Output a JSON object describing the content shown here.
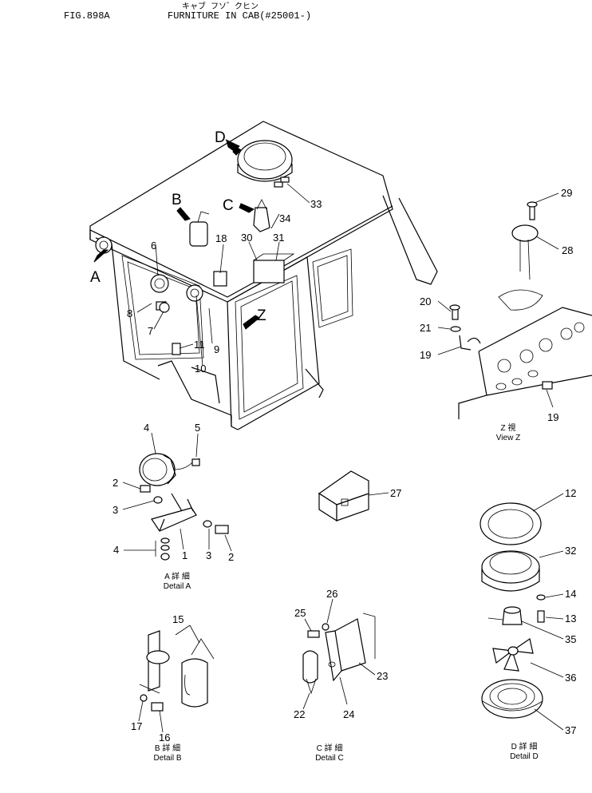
{
  "header": {
    "fig_no": "FIG.898A",
    "title_jp": "キャブ フソ゛クヒン",
    "title_en": "FURNITURE IN CAB(#25001-)"
  },
  "view_letters": [
    {
      "id": "A",
      "text": "A"
    },
    {
      "id": "B",
      "text": "B"
    },
    {
      "id": "C",
      "text": "C"
    },
    {
      "id": "D",
      "text": "D"
    },
    {
      "id": "Z",
      "text": "Z"
    }
  ],
  "callouts": [
    {
      "id": "c29",
      "text": "29"
    },
    {
      "id": "c28",
      "text": "28"
    },
    {
      "id": "c20",
      "text": "20"
    },
    {
      "id": "c21",
      "text": "21"
    },
    {
      "id": "c19a",
      "text": "19"
    },
    {
      "id": "c19b",
      "text": "19"
    },
    {
      "id": "c33",
      "text": "33"
    },
    {
      "id": "c34",
      "text": "34"
    },
    {
      "id": "c30",
      "text": "30"
    },
    {
      "id": "c31",
      "text": "31"
    },
    {
      "id": "c18",
      "text": "18"
    },
    {
      "id": "c6",
      "text": "6"
    },
    {
      "id": "c8",
      "text": "8"
    },
    {
      "id": "c7",
      "text": "7"
    },
    {
      "id": "c11",
      "text": "11"
    },
    {
      "id": "c9",
      "text": "9"
    },
    {
      "id": "c10",
      "text": "10"
    },
    {
      "id": "c4a",
      "text": "4"
    },
    {
      "id": "c5",
      "text": "5"
    },
    {
      "id": "c2a",
      "text": "2"
    },
    {
      "id": "c3a",
      "text": "3"
    },
    {
      "id": "c4b",
      "text": "4"
    },
    {
      "id": "c1",
      "text": "1"
    },
    {
      "id": "c3b",
      "text": "3"
    },
    {
      "id": "c2b",
      "text": "2"
    },
    {
      "id": "c27",
      "text": "27"
    },
    {
      "id": "c12",
      "text": "12"
    },
    {
      "id": "c32",
      "text": "32"
    },
    {
      "id": "c14",
      "text": "14"
    },
    {
      "id": "c13",
      "text": "13"
    },
    {
      "id": "c35",
      "text": "35"
    },
    {
      "id": "c36",
      "text": "36"
    },
    {
      "id": "c37",
      "text": "37"
    },
    {
      "id": "c15",
      "text": "15"
    },
    {
      "id": "c17",
      "text": "17"
    },
    {
      "id": "c16",
      "text": "16"
    },
    {
      "id": "c26",
      "text": "26"
    },
    {
      "id": "c25",
      "text": "25"
    },
    {
      "id": "c23",
      "text": "23"
    },
    {
      "id": "c22",
      "text": "22"
    },
    {
      "id": "c24",
      "text": "24"
    }
  ],
  "captions": {
    "z_jp": "Z 視",
    "z_en": "View Z",
    "a_jp": "A 詳 細",
    "a_en": "Detail A",
    "b_jp": "B 詳 細",
    "b_en": "Detail B",
    "c_jp": "C 詳 細",
    "c_en": "Detail C",
    "d_jp": "D 詳 細",
    "d_en": "Detail D"
  }
}
